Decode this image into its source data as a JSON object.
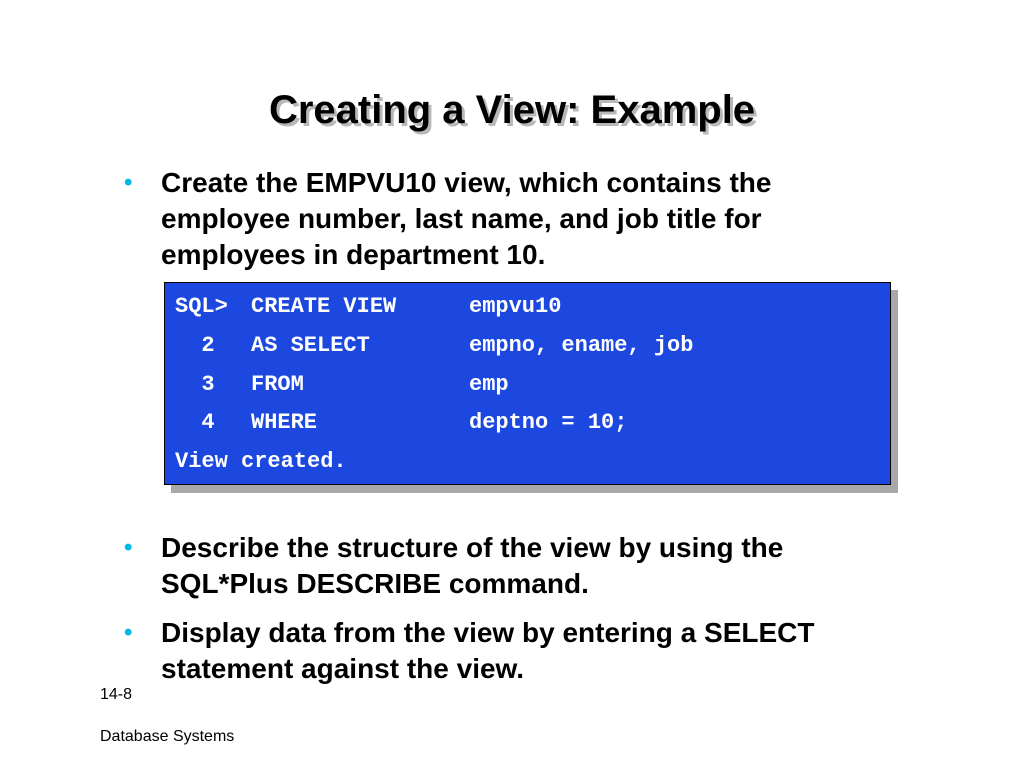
{
  "title": "Creating a View: Example",
  "bullets": [
    {
      "marker": "•",
      "text": "Create the EMPVU10 view, which contains the employee number, last name, and job title for employees in department 10."
    },
    {
      "marker": "•",
      "text": "Describe the structure of the view by using the SQL*Plus DESCRIBE command."
    },
    {
      "marker": "•",
      "text": "Display data from the view by entering a SELECT statement against the view."
    }
  ],
  "code": {
    "lines": [
      {
        "prefix": "SQL>",
        "keyword": "CREATE VIEW",
        "arg": "empvu10"
      },
      {
        "prefix": "  2",
        "keyword": "AS SELECT",
        "arg": "empno, ename, job"
      },
      {
        "prefix": "  3",
        "keyword": "FROM",
        "arg": "emp"
      },
      {
        "prefix": "  4",
        "keyword": "WHERE",
        "arg": "deptno = 10;"
      }
    ],
    "result": "View created."
  },
  "footer": {
    "slide_number": "14-8",
    "course": "Database Systems"
  },
  "colors": {
    "bullet": "#00b8e6",
    "code_background": "#1c48e0",
    "code_text": "#ffffff"
  }
}
